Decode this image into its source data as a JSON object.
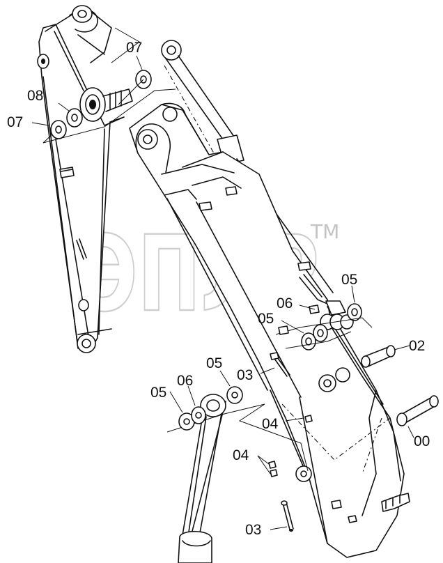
{
  "watermark": {
    "text": "ЭПЛР",
    "trademark": "TM"
  },
  "callouts": [
    {
      "id": "label-07-top",
      "text": "07"
    },
    {
      "id": "label-08",
      "text": "08"
    },
    {
      "id": "label-07-left",
      "text": "07"
    },
    {
      "id": "label-05-right",
      "text": "05"
    },
    {
      "id": "label-06-right",
      "text": "06"
    },
    {
      "id": "label-05-mid",
      "text": "05"
    },
    {
      "id": "label-02",
      "text": "02"
    },
    {
      "id": "label-03-mid",
      "text": "03"
    },
    {
      "id": "label-05-lower-right",
      "text": "05"
    },
    {
      "id": "label-06-lower",
      "text": "06"
    },
    {
      "id": "label-05-lower-left",
      "text": "05"
    },
    {
      "id": "label-04-mid",
      "text": "04"
    },
    {
      "id": "label-00",
      "text": "00"
    },
    {
      "id": "label-04-low",
      "text": "04"
    },
    {
      "id": "label-03-low",
      "text": "03"
    }
  ]
}
